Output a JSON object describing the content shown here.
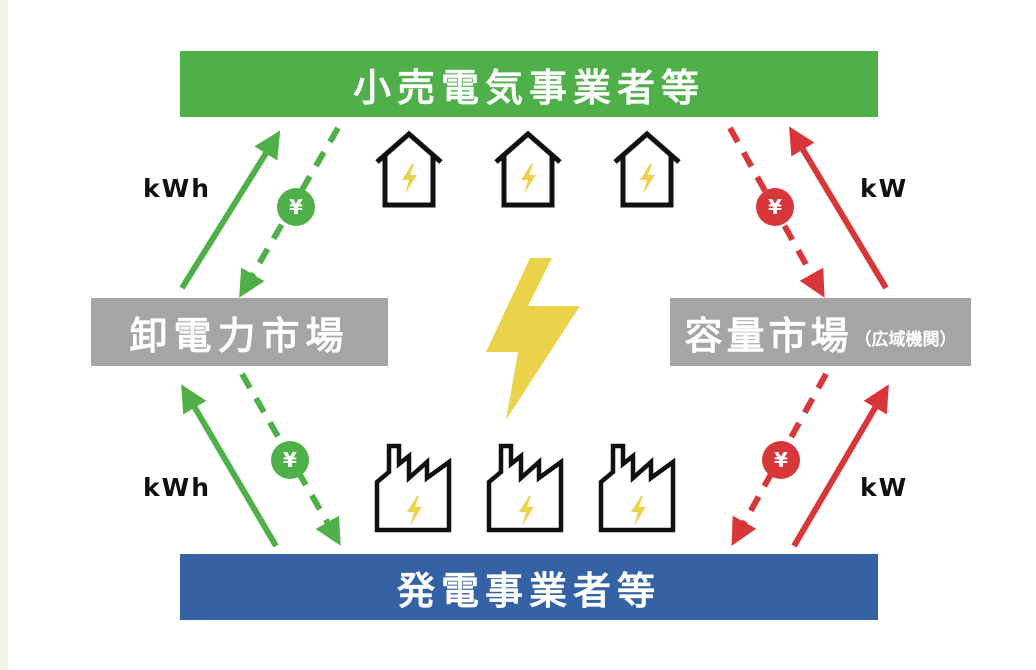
{
  "nodes": {
    "retail": "小売電気事業者等",
    "generation": "発電事業者等",
    "wholesale": "卸電力市場",
    "capacity": "容量市場",
    "capacity_note": "（広域機関）"
  },
  "flows": {
    "kwh_top": "kWh",
    "kwh_bottom": "kWh",
    "kw_top": "kW",
    "kw_bottom": "kW",
    "yen_symbol": "¥"
  },
  "colors": {
    "green": "#4faf48",
    "red": "#d9363a",
    "gray": "#a5a5a5",
    "blue": "#3462a5",
    "bolt": "#ead34a"
  },
  "icons": [
    "house-icon",
    "factory-icon",
    "lightning-bolt-icon",
    "yen-coin-icon"
  ]
}
